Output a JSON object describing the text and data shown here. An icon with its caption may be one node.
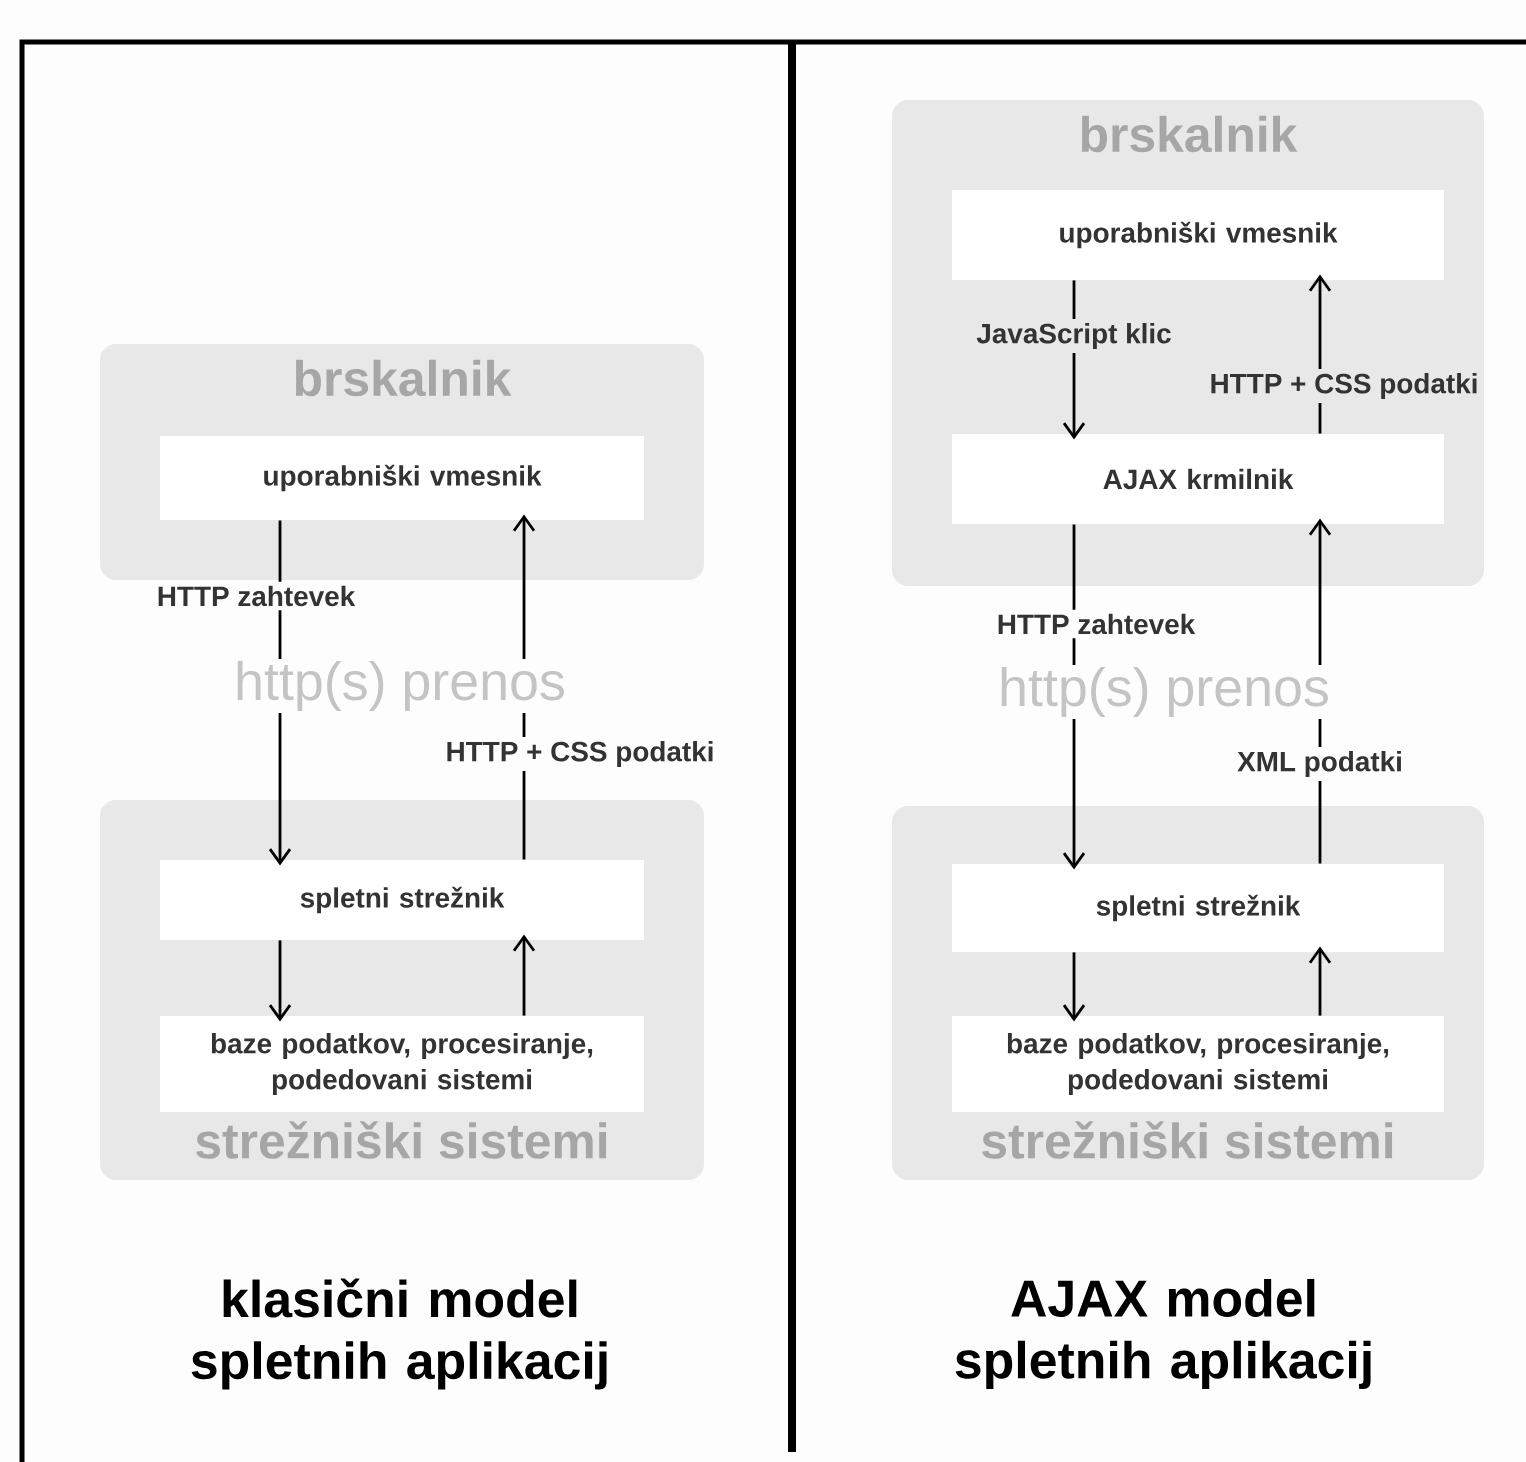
{
  "diagram": {
    "nodes": [
      {
        "text": [
          "brskalnik"
        ]
      },
      {
        "text": [
          "uporabniški vmesnik"
        ],
        "in": 0
      },
      {
        "text": [
          "strežniški sistemi"
        ]
      },
      {
        "text": [
          "spletni strežnik"
        ],
        "in": 2
      },
      {
        "text": [
          "baze podatkov, procesiranje, podedovani sistemi"
        ],
        "in": 2
      },
      {
        "text": [
          "brskalnik"
        ]
      },
      {
        "text": [
          "uporabniški vmesnik"
        ],
        "in": 5
      },
      {
        "text": [
          "AJAX krmilnik"
        ],
        "in": 5
      },
      {
        "text": [
          "strežniški sistemi"
        ]
      },
      {
        "text": [
          "spletni strežnik"
        ],
        "in": 8
      },
      {
        "text": [
          "baze podatkov, procesiranje, podedovani sistemi"
        ],
        "in": 8
      }
    ],
    "edges": [
      {
        "from": 1,
        "to": 3,
        "arrow": "to",
        "label": "HTTP zahtevek"
      },
      {
        "from": 3,
        "to": 1,
        "arrow": "to",
        "label": "HTTP + CSS podatki"
      },
      {
        "from": 3,
        "to": 4,
        "arrow": "to"
      },
      {
        "from": 4,
        "to": 3,
        "arrow": "to"
      },
      {
        "from": 6,
        "to": 7,
        "arrow": "to",
        "label": "JavaScript klic"
      },
      {
        "from": 7,
        "to": 6,
        "arrow": "to",
        "label": "HTTP + CSS podatki"
      },
      {
        "from": 7,
        "to": 9,
        "arrow": "to",
        "label": "HTTP zahtevek"
      },
      {
        "from": 9,
        "to": 7,
        "arrow": "to",
        "label": "XML podatki"
      },
      {
        "from": 9,
        "to": 10,
        "arrow": "to"
      },
      {
        "from": 10,
        "to": 9,
        "arrow": "to"
      }
    ],
    "labels": [
      "http(s) prenos",
      "klasični model spletnih aplikacij",
      "http(s) prenos",
      "AJAX model spletnih aplikacij"
    ]
  }
}
